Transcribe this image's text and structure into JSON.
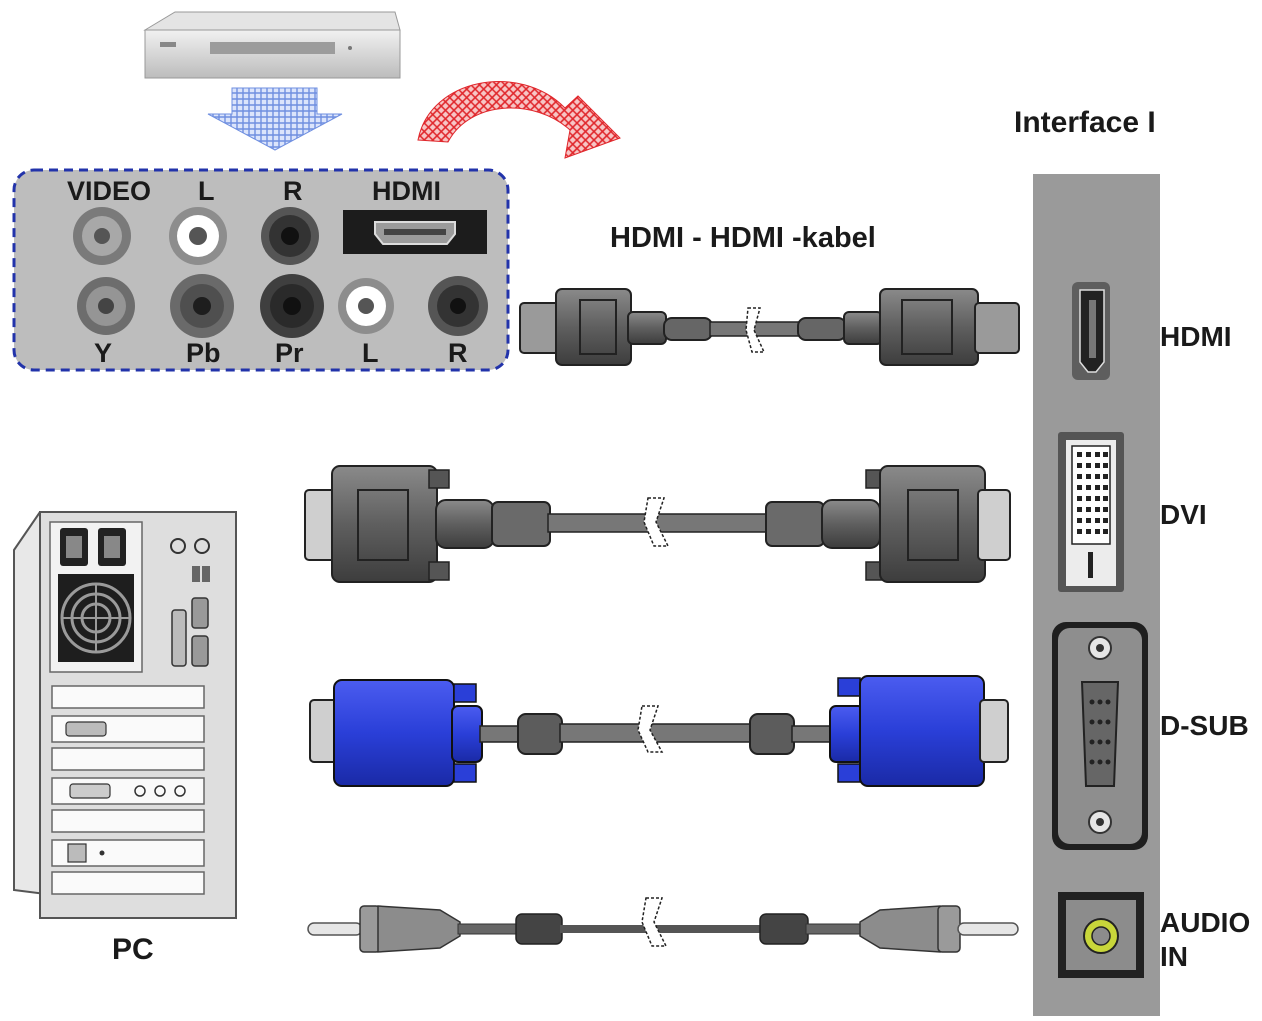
{
  "source_panel": {
    "top_labels": [
      "VIDEO",
      "L",
      "R",
      "HDMI"
    ],
    "bottom_labels": [
      "Y",
      "Pb",
      "Pr",
      "L",
      "R"
    ]
  },
  "cable_title": "HDMI - HDMI -kabel",
  "interface_title": "Interface I",
  "interface_ports": [
    "HDMI",
    "DVI",
    "D-SUB",
    "AUDIO IN"
  ],
  "pc_label": "PC",
  "colors": {
    "panel_border": "#2233aa",
    "down_arrow": "#6f8fe0",
    "curved_arrow": "#e0262b",
    "vga_blue": "#2a3fd8",
    "cable_gray": "#6e6e6e",
    "interface_panel": "#9a9a9a",
    "audio_jack": "#c8d63a"
  }
}
